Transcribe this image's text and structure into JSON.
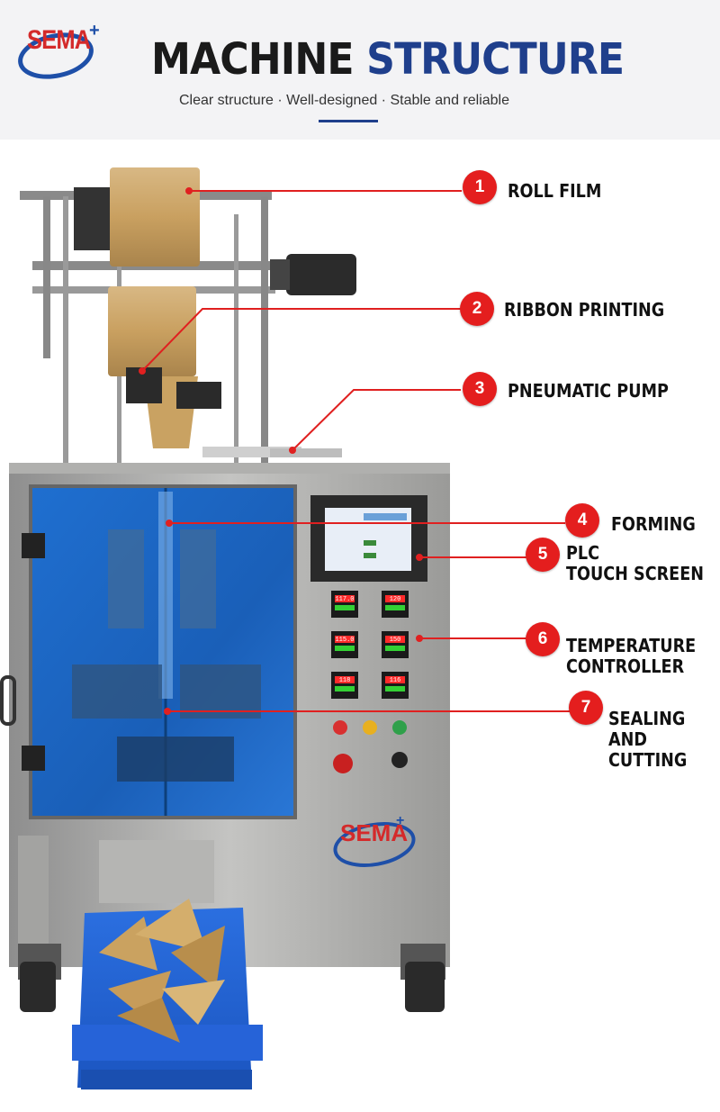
{
  "brand": {
    "logo": "SEMA",
    "logo_plus": "+"
  },
  "header": {
    "title_dark": "MACHINE",
    "title_blue": "STRUCTURE",
    "subtitle": "Clear structure · Well-designed · Stable and reliable"
  },
  "machine": {
    "panel_logo": "SEMA",
    "panel_logo_plus": "+"
  },
  "callouts": [
    {
      "num": "1",
      "label": "ROLL FILM"
    },
    {
      "num": "2",
      "label": "RIBBON PRINTING"
    },
    {
      "num": "3",
      "label": "PNEUMATIC PUMP"
    },
    {
      "num": "4",
      "label": "FORMING"
    },
    {
      "num": "5",
      "label": "PLC\nTOUCH SCREEN"
    },
    {
      "num": "6",
      "label": "TEMPERATURE\nCONTROLLER"
    },
    {
      "num": "7",
      "label": "SEALING\nAND\nCUTTING"
    }
  ],
  "controllers": [
    [
      "117.0",
      "120"
    ],
    [
      "115.0",
      "150"
    ],
    [
      "118",
      "116"
    ]
  ],
  "colors": {
    "accent": "#e41e1e",
    "brand_blue": "#1f3f8c"
  }
}
